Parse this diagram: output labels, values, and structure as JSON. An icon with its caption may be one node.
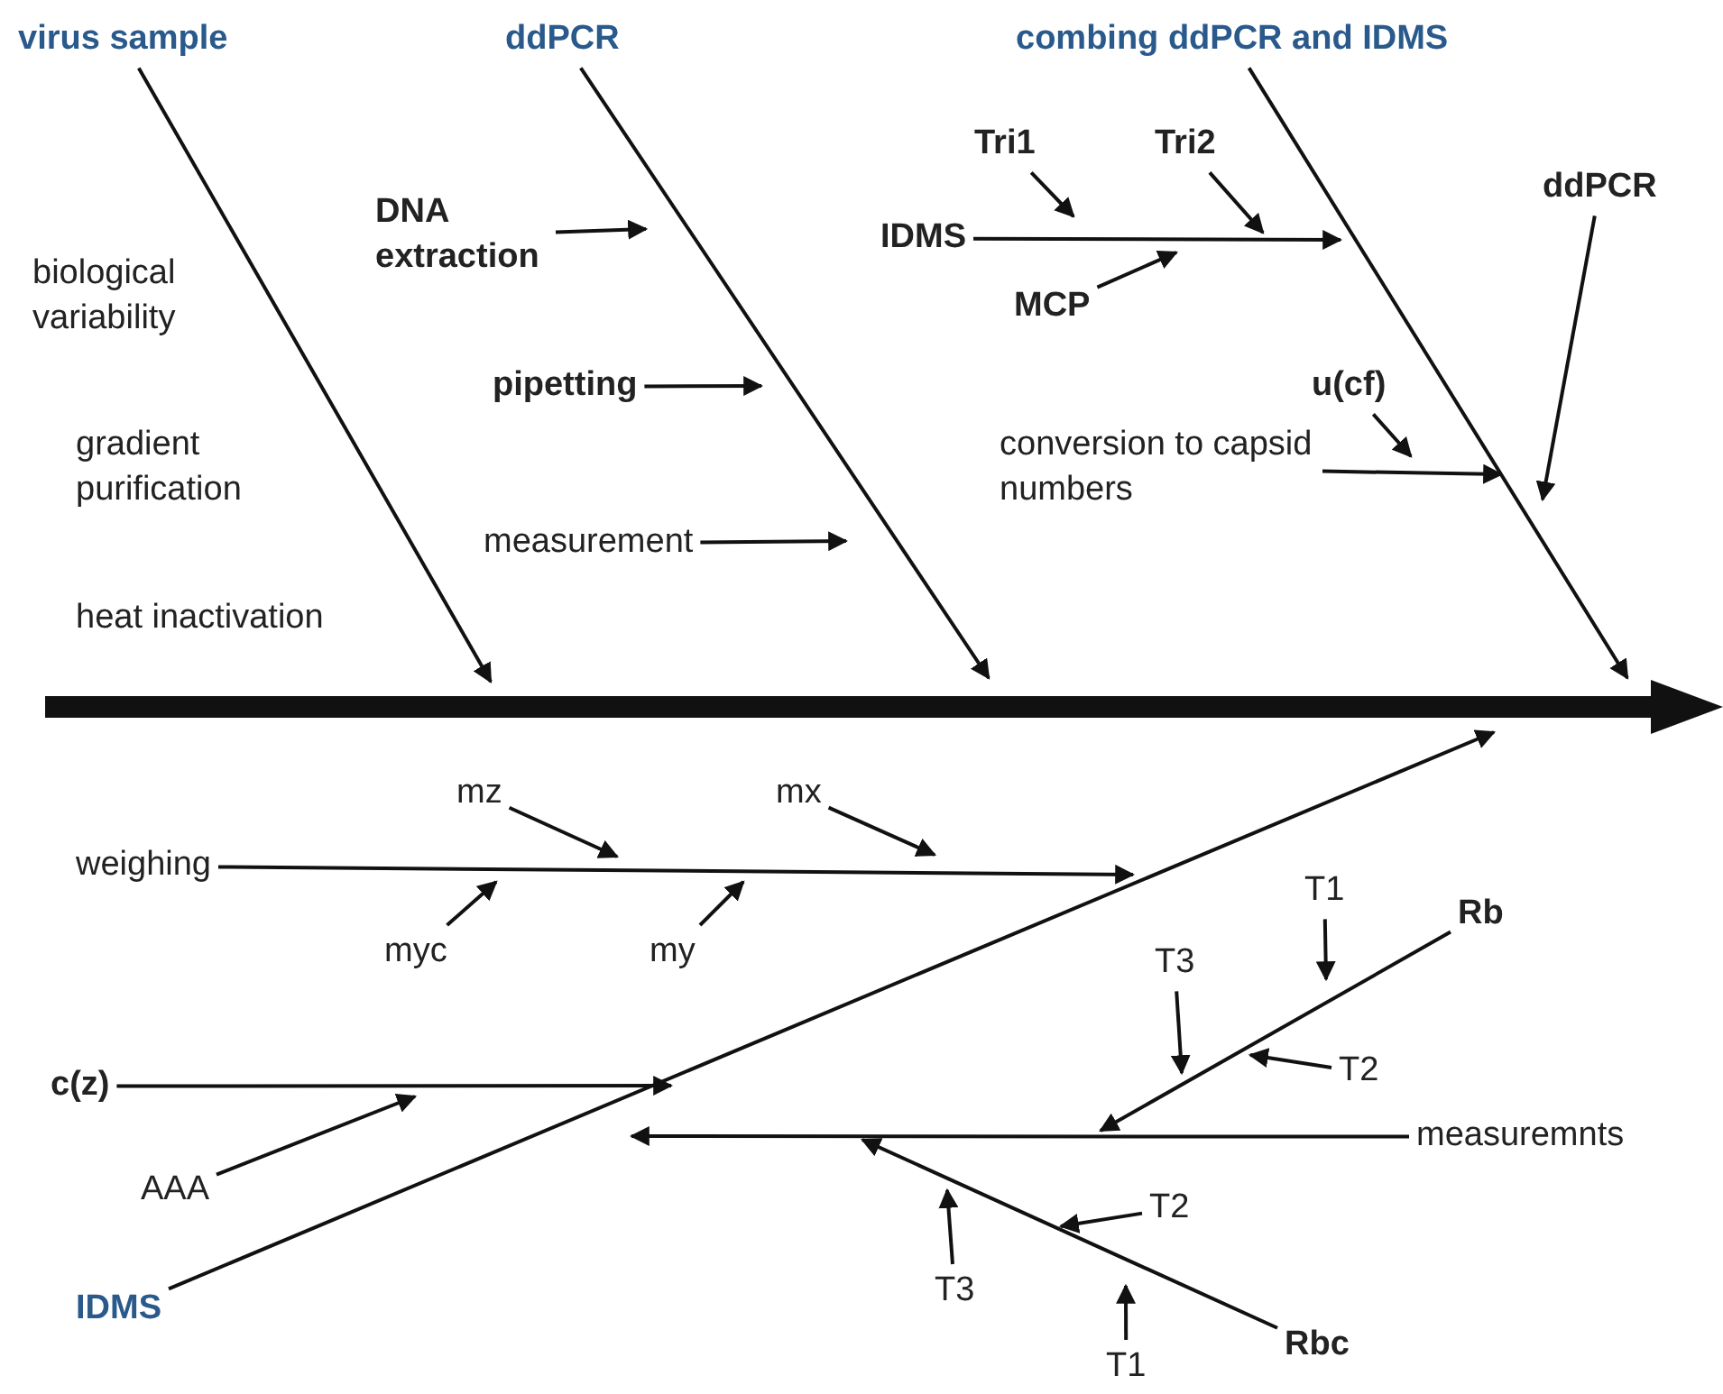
{
  "diagram": {
    "nodes": [
      {
        "text": [
          "virus sample"
        ]
      },
      {
        "text": [
          "ddPCR"
        ]
      },
      {
        "text": [
          "combing ddPCR and IDMS"
        ]
      },
      {
        "text": [
          "DNA extraction"
        ]
      },
      {
        "text": [
          "Tri1"
        ]
      },
      {
        "text": [
          "Tri2"
        ]
      },
      {
        "text": [
          "ddPCR"
        ]
      },
      {
        "text": [
          "IDMS"
        ]
      },
      {
        "text": [
          "MCP"
        ]
      },
      {
        "text": [
          "pipetting"
        ]
      },
      {
        "text": [
          "u(cf)"
        ]
      },
      {
        "text": [
          "conversion to capsid numbers"
        ]
      },
      {
        "text": [
          "measurement"
        ]
      },
      {
        "text": [
          "mz"
        ]
      },
      {
        "text": [
          "mx"
        ]
      },
      {
        "text": [
          "weighing"
        ]
      },
      {
        "text": [
          "myc"
        ]
      },
      {
        "text": [
          "my"
        ]
      },
      {
        "text": [
          "T1"
        ]
      },
      {
        "text": [
          "Rb"
        ]
      },
      {
        "text": [
          "T3"
        ]
      },
      {
        "text": [
          "T2"
        ]
      },
      {
        "text": [
          "c(z)"
        ]
      },
      {
        "text": [
          "measuremnts"
        ]
      },
      {
        "text": [
          "AAA"
        ]
      },
      {
        "text": [
          "T2"
        ]
      },
      {
        "text": [
          "T3"
        ]
      },
      {
        "text": [
          "IDMS"
        ]
      },
      {
        "text": [
          "Rbc"
        ]
      },
      {
        "text": [
          "T1"
        ]
      }
    ],
    "edges": [
      {
        "from": 0,
        "to": null,
        "arrow": "to"
      },
      {
        "from": 1,
        "to": null,
        "arrow": "to"
      },
      {
        "from": 2,
        "to": null,
        "arrow": "to"
      },
      {
        "from": 3,
        "to": null,
        "arrow": "to"
      },
      {
        "from": 4,
        "to": null,
        "arrow": "to"
      },
      {
        "from": 5,
        "to": null,
        "arrow": "to"
      },
      {
        "from": 7,
        "to": null,
        "arrow": "to"
      },
      {
        "from": 8,
        "to": null,
        "arrow": "to"
      },
      {
        "from": 6,
        "to": null,
        "arrow": "to"
      },
      {
        "from": 9,
        "to": null,
        "arrow": "to"
      },
      {
        "from": 10,
        "to": null,
        "arrow": "to"
      },
      {
        "from": 11,
        "to": null,
        "arrow": "to"
      },
      {
        "from": 12,
        "to": null,
        "arrow": "to"
      },
      {
        "from": 13,
        "to": null,
        "arrow": "to"
      },
      {
        "from": 14,
        "to": null,
        "arrow": "to"
      },
      {
        "from": 15,
        "to": null,
        "arrow": "to"
      },
      {
        "from": 16,
        "to": null,
        "arrow": "to"
      },
      {
        "from": 17,
        "to": null,
        "arrow": "to"
      },
      {
        "from": 18,
        "to": null,
        "arrow": "to"
      },
      {
        "from": 19,
        "to": null,
        "arrow": "to"
      },
      {
        "from": 20,
        "to": null,
        "arrow": "to"
      },
      {
        "from": 21,
        "to": null,
        "arrow": "to"
      },
      {
        "from": 22,
        "to": null,
        "arrow": "to"
      },
      {
        "from": 23,
        "to": null,
        "arrow": "to"
      },
      {
        "from": 24,
        "to": null,
        "arrow": "to"
      },
      {
        "from": 25,
        "to": null,
        "arrow": "to"
      },
      {
        "from": 26,
        "to": null,
        "arrow": "to"
      },
      {
        "from": 27,
        "to": null,
        "arrow": "to"
      },
      {
        "from": 28,
        "to": null,
        "arrow": "to"
      },
      {
        "from": 29,
        "to": null,
        "arrow": "to"
      }
    ],
    "labels": [
      "biological variability",
      "gradient purification",
      "heat inactivation"
    ]
  }
}
